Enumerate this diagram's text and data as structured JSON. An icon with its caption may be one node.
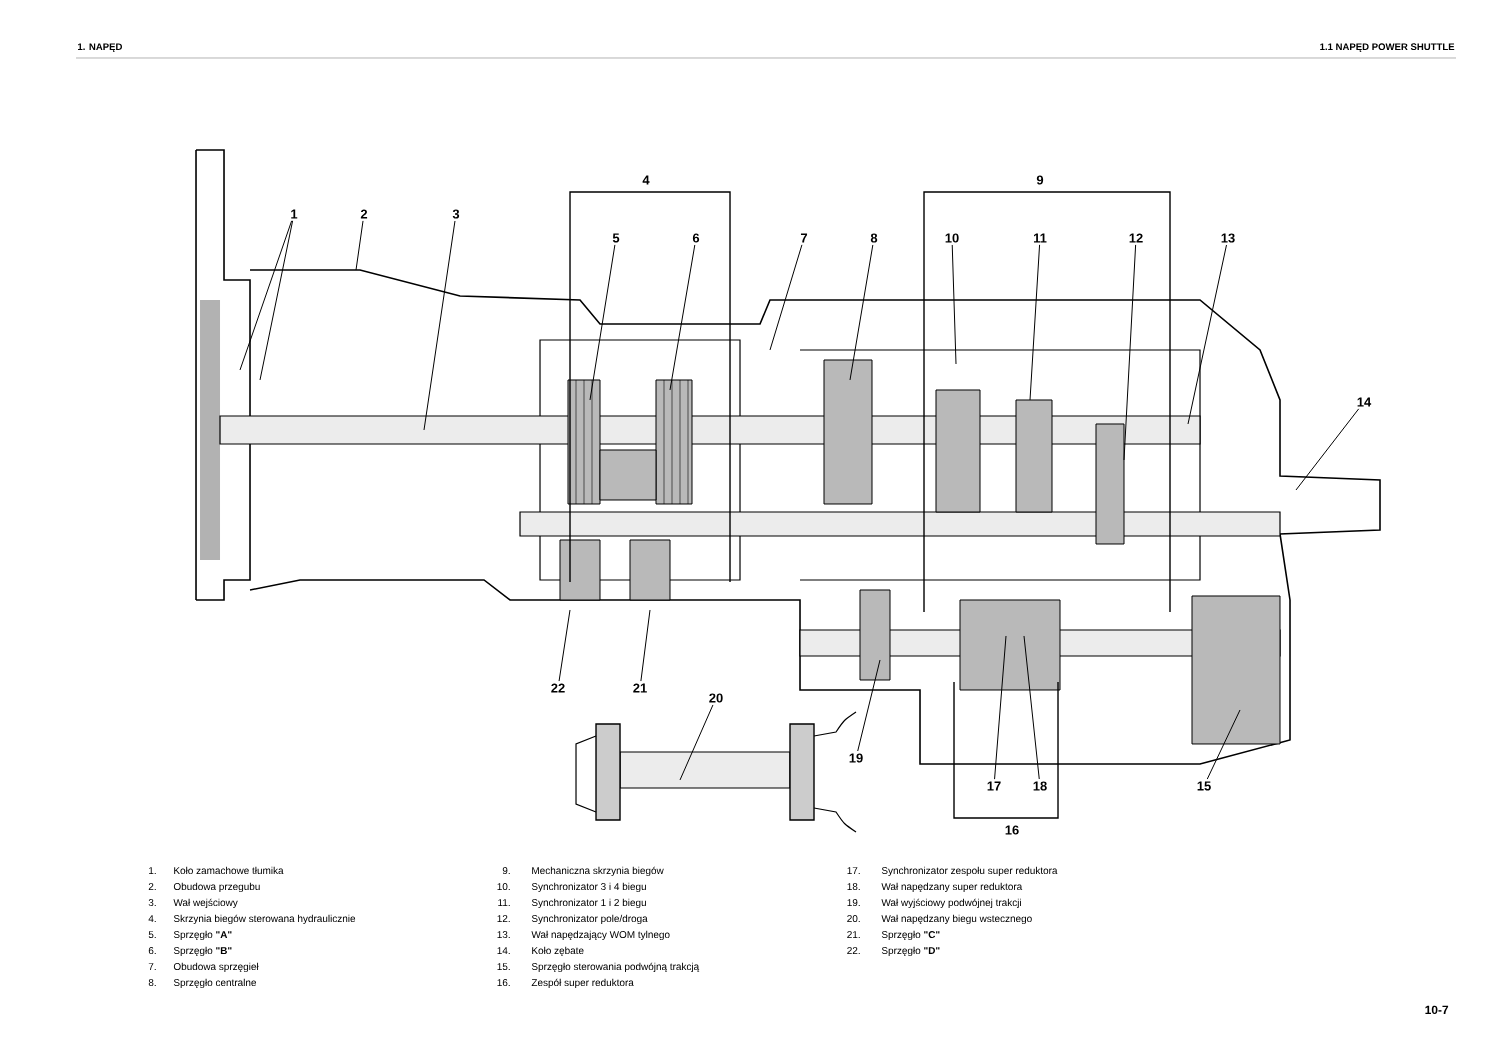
{
  "diagram": {
    "nodes": [
      {
        "text": [
          "1"
        ]
      },
      {
        "text": [
          "2"
        ]
      },
      {
        "text": [
          "3"
        ]
      },
      {
        "text": [
          "5"
        ]
      },
      {
        "text": [
          "6"
        ]
      },
      {
        "text": [
          "7"
        ]
      },
      {
        "text": [
          "8"
        ]
      },
      {
        "text": [
          "10"
        ]
      },
      {
        "text": [
          "11"
        ]
      },
      {
        "text": [
          "12"
        ]
      },
      {
        "text": [
          "13"
        ]
      },
      {
        "text": [
          "14"
        ]
      },
      {
        "text": [
          "15"
        ]
      },
      {
        "text": [
          "17"
        ]
      },
      {
        "text": [
          "18"
        ]
      },
      {
        "text": [
          "19"
        ]
      },
      {
        "text": [
          "20"
        ]
      },
      {
        "text": [
          "21"
        ]
      },
      {
        "text": [
          "22"
        ]
      }
    ],
    "edges": [
      {
        "from": 0,
        "to": null,
        "arrow": "none"
      },
      {
        "from": 0,
        "to": null,
        "arrow": "none"
      },
      {
        "from": 1,
        "to": null,
        "arrow": "none"
      },
      {
        "from": 2,
        "to": null,
        "arrow": "none"
      },
      {
        "from": 3,
        "to": null,
        "arrow": "none"
      },
      {
        "from": 4,
        "to": null,
        "arrow": "none"
      },
      {
        "from": 5,
        "to": null,
        "arrow": "none"
      },
      {
        "from": 6,
        "to": null,
        "arrow": "none"
      },
      {
        "from": 7,
        "to": null,
        "arrow": "none"
      },
      {
        "from": 8,
        "to": null,
        "arrow": "none"
      },
      {
        "from": 9,
        "to": null,
        "arrow": "none"
      },
      {
        "from": 10,
        "to": null,
        "arrow": "none"
      },
      {
        "from": 11,
        "to": null,
        "arrow": "none"
      },
      {
        "from": 12,
        "to": null,
        "arrow": "none"
      },
      {
        "from": 13,
        "to": null,
        "arrow": "none"
      },
      {
        "from": 14,
        "to": null,
        "arrow": "none"
      },
      {
        "from": 15,
        "to": null,
        "arrow": "none"
      },
      {
        "from": 16,
        "to": null,
        "arrow": "none"
      },
      {
        "from": 17,
        "to": null,
        "arrow": "none"
      },
      {
        "from": 18,
        "to": null,
        "arrow": "none"
      }
    ],
    "labels": [
      "1. NAPĘD",
      "1.1 NAPĘD POWER SHUTTLE",
      "4",
      "9",
      "16",
      "1.",
      "Koło zamachowe tłumika",
      "2.",
      "Obudowa przegubu",
      "3.",
      "Wał wejściowy",
      "4.",
      "Skrzynia biegów sterowana hydraulicznie",
      "5.",
      "Sprzęgło **\"A\"**",
      "6.",
      "Sprzęgło **\"B\"**",
      "7.",
      "Obudowa sprzęgieł",
      "8.",
      "Sprzęgło centralne",
      "9.",
      "Mechaniczna skrzynia biegów",
      "10.",
      "Synchronizator 3 i 4 biegu",
      "11.",
      "Synchronizator 1 i 2 biegu",
      "12.",
      "Synchronizator pole/droga",
      "13.",
      "Wał napędzający WOM tylnego",
      "14.",
      "Koło zębate",
      "15.",
      "Sprzęgło sterowania podwójną trakcją",
      "16.",
      "Zespół super reduktora",
      "17.",
      "Synchronizator zespołu super reduktora",
      "18.",
      "Wał napędzany super reduktora",
      "19.",
      "Wał wyjściowy podwójnej trakcji",
      "20.",
      "Wał napędzany biegu wstecznego",
      "21.",
      "Sprzęgło **\"C\"**",
      "22.",
      "Sprzęgło **\"D\"**",
      "10-7"
    ]
  }
}
